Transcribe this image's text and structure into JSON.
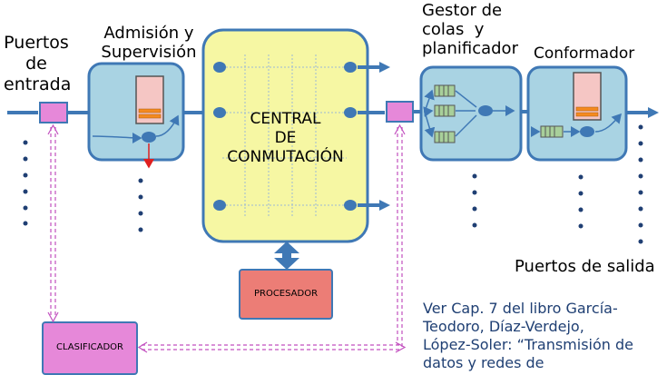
{
  "labels": {
    "input_ports": [
      "Puertos",
      "de",
      "entrada"
    ],
    "admission": [
      "Admisión y",
      "Supervisión"
    ],
    "queue_manager": [
      "Gestor de",
      "colas  y",
      "planificador"
    ],
    "shaper": "Conformador",
    "switch_center": [
      "CENTRAL",
      "DE",
      "CONMUTACIÓN"
    ],
    "processor": "PROCESADOR",
    "classifier": "CLASIFICADOR",
    "output_ports": "Puertos de salida"
  },
  "reference": {
    "lines": [
      "Ver Cap. 7 del libro García-",
      "Teodoro, Díaz-Verdejo,",
      "López-Soler: “Transmisión de",
      "datos y redes de"
    ]
  },
  "colors": {
    "blue_box": "#a9d3e3",
    "yellow_box": "#f6f7a3",
    "processor": "#ec7d76",
    "classifier": "#e688d9",
    "arrow": "#3f78b5",
    "reference_text": "#1f3f73",
    "admission_arrow": "#e01f1f"
  }
}
